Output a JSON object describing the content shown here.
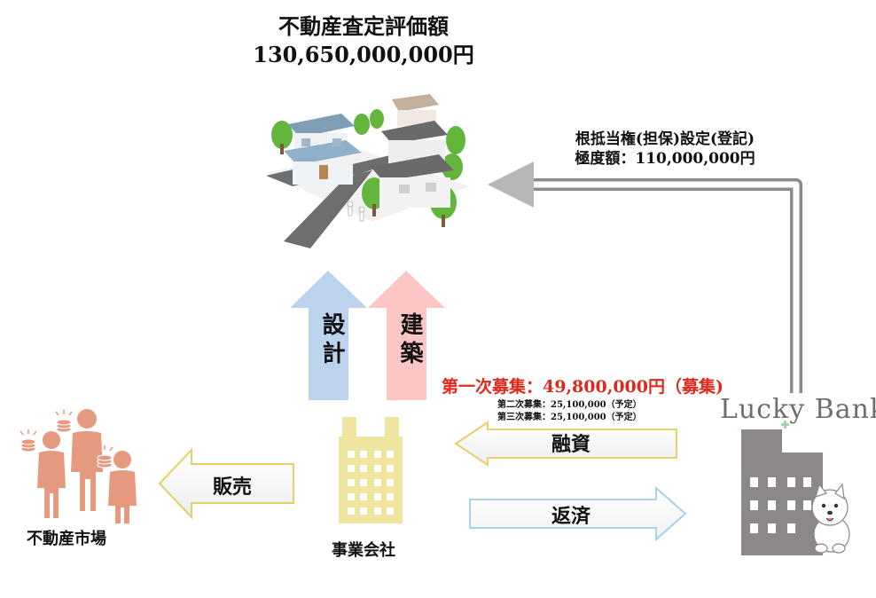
{
  "appraisal": {
    "title": "不動産査定評価額",
    "amount": "130,650,000,000円"
  },
  "lien": {
    "line1": "根抵当権(担保)設定(登記)",
    "line2": "極度額：110,000,000円"
  },
  "arrows": {
    "design": "設計",
    "construction": "建築",
    "financing": "融資",
    "repayment": "返済",
    "sales": "販売"
  },
  "recruitment": {
    "first": "第一次募集：49,800,000円（募集)",
    "second": "第二次募集：25,100,000（予定）",
    "third": "第三次募集：25,100,000（予定）"
  },
  "labels": {
    "market": "不動産市場",
    "company": "事業会社"
  },
  "brand": {
    "name_part1": "Lucky ",
    "name_part2": "Bank"
  },
  "colors": {
    "design_arrow": "#bcd3ee",
    "construction_arrow": "#fbc6c4",
    "financing_arrow_border": "#e8cf6a",
    "repayment_arrow_border": "#a6d2ec",
    "sales_arrow_border": "#e8cf6a",
    "people": "#e59a80",
    "building_company": "#eee5a0",
    "building_bank": "#8c8788",
    "brand_cross": "#9fd8a8"
  }
}
